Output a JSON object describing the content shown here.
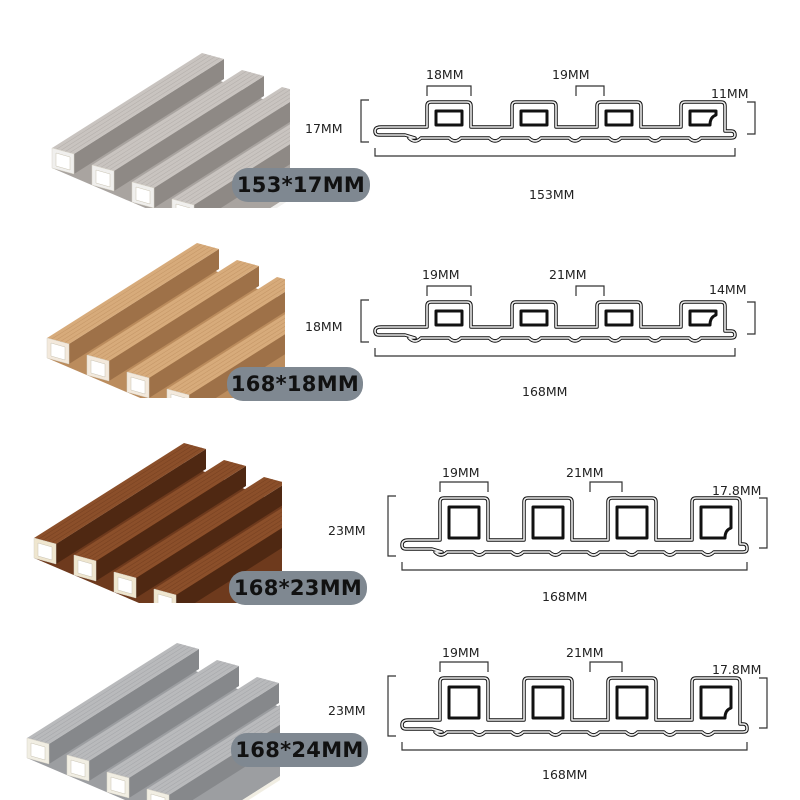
{
  "products": [
    {
      "badge": "153*17MM",
      "finish": "light-grey-wood",
      "colors": {
        "top": "#c9c4c0",
        "side": "#a9a4a0",
        "dark": "#8e8985",
        "end": "#f0efed"
      },
      "dimensions": {
        "slat_width": "18MM",
        "gap_width": "19MM",
        "lip_height": "11MM",
        "total_height": "17MM",
        "total_width": "153MM"
      }
    },
    {
      "badge": "168*18MM",
      "finish": "light-oak-wood",
      "colors": {
        "top": "#d7ab7b",
        "side": "#bb8c5d",
        "dark": "#9e7148",
        "end": "#f3e9dc"
      },
      "dimensions": {
        "slat_width": "19MM",
        "gap_width": "21MM",
        "lip_height": "14MM",
        "total_height": "18MM",
        "total_width": "168MM"
      }
    },
    {
      "badge": "168*23MM",
      "finish": "walnut-wood",
      "colors": {
        "top": "#8b4f2a",
        "side": "#6e3a1d",
        "dark": "#4f2812",
        "end": "#efe6cf"
      },
      "dimensions": {
        "slat_width": "19MM",
        "gap_width": "21MM",
        "lip_height": "17.8MM",
        "total_height": "23MM",
        "total_width": "168MM"
      }
    },
    {
      "badge": "168*24MM",
      "finish": "grey-marble",
      "colors": {
        "top": "#b9babc",
        "side": "#9c9ea1",
        "dark": "#86888b",
        "end": "#f1eee3"
      },
      "dimensions": {
        "slat_width": "19MM",
        "gap_width": "21MM",
        "lip_height": "17.8MM",
        "total_height": "23MM",
        "total_width": "168MM"
      }
    }
  ],
  "badge_color": "#7f8891"
}
